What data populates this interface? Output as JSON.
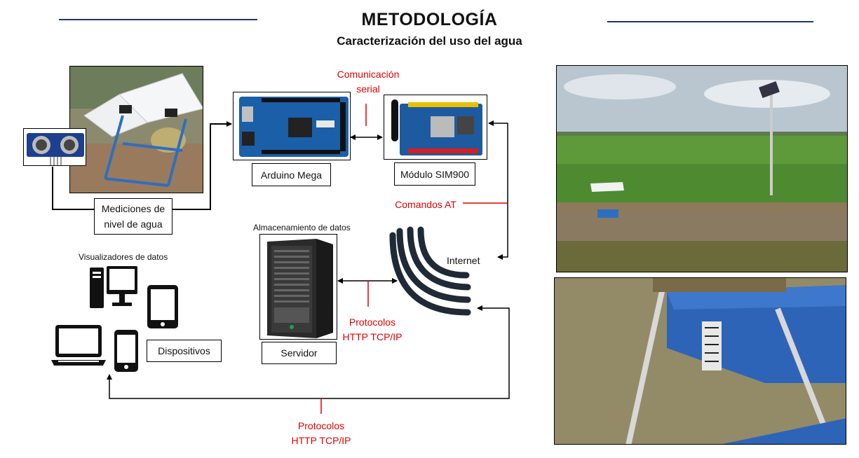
{
  "title": "METODOLOGÍA",
  "subtitle": "Caracterización del uso del agua",
  "labels": {
    "sensor_measure": "Mediciones de nivel de agua",
    "arduino": "Arduino Mega",
    "sim900": "Módulo SIM900",
    "serial_comm": "Comunicación serial",
    "at_commands": "Comandos AT",
    "internet": "Internet",
    "storage": "Almacenamiento de datos",
    "server": "Servidor",
    "viewers": "Visualizadores de datos",
    "devices": "Dispositivos",
    "protocols_server": "Protocolos HTTP TCP/IP",
    "protocols_devices": "Protocolos HTTP TCP/IP"
  },
  "colors": {
    "accent_line": "#1f3864",
    "protocol_red": "#e00000"
  }
}
